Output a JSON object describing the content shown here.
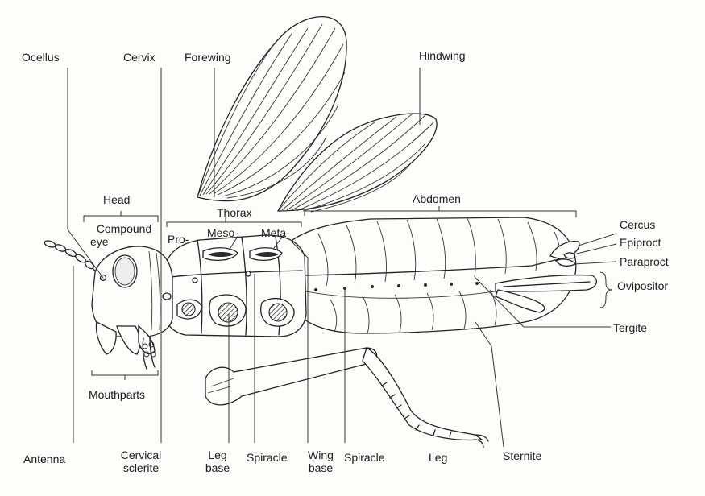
{
  "labels": {
    "ocellus": "Ocellus",
    "cervix": "Cervix",
    "forewing": "Forewing",
    "hindwing": "Hindwing",
    "head": "Head",
    "compound_eye_1": "Compound",
    "compound_eye_2": "eye",
    "thorax": "Thorax",
    "pro": "Pro-",
    "meso": "Meso-",
    "meta": "Meta-",
    "abdomen": "Abdomen",
    "cercus": "Cercus",
    "epiproct": "Epiproct",
    "paraproct": "Paraproct",
    "ovipositor": "Ovipositor",
    "tergite": "Tergite",
    "mouthparts": "Mouthparts",
    "antenna": "Antenna",
    "cervical_sclerite_1": "Cervical",
    "cervical_sclerite_2": "sclerite",
    "leg_base_1": "Leg",
    "leg_base_2": "base",
    "spiracle_thorax": "Spiracle",
    "wing_base_1": "Wing",
    "wing_base_2": "base",
    "spiracle_abdomen": "Spiracle",
    "leg": "Leg",
    "sternite": "Sternite"
  }
}
